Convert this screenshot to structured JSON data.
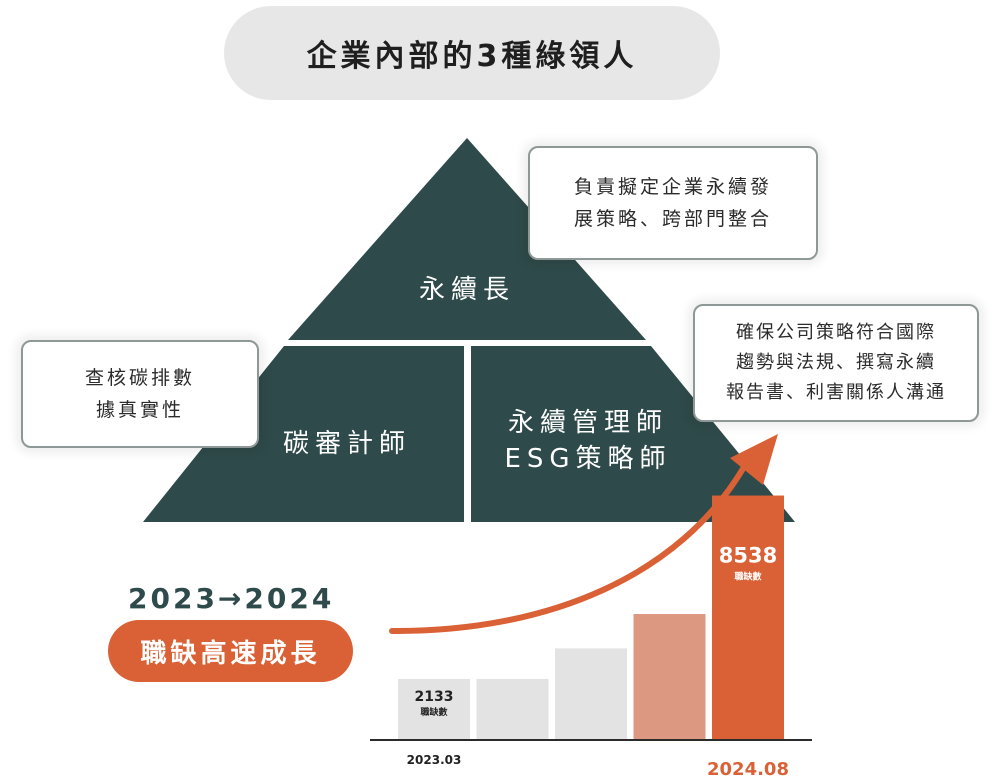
{
  "title": "企業內部的3種綠領人",
  "pyramid": {
    "top_label": "永續長",
    "left_label": "碳審計師",
    "right_label_line1": "永續管理師",
    "right_label_line2": "ESG策略師",
    "color": "#2f4a4a"
  },
  "callouts": {
    "top_right": {
      "line1": "負責擬定企業永續發",
      "line2": "展策略、跨部門整合"
    },
    "left": {
      "line1": "查核碳排數",
      "line2": "據真實性"
    },
    "right": {
      "line1": "確保公司策略符合國際",
      "line2": "趨勢與法規、撰寫永續",
      "line3": "報告書、利害關係人溝通"
    }
  },
  "growth": {
    "year_range": "2023→2024",
    "label": "職缺高速成長",
    "accent": "#d96135"
  },
  "chart_data": {
    "type": "bar",
    "categories": [
      "2023.03",
      "",
      "",
      "",
      "2024.08"
    ],
    "values": [
      2133,
      2133,
      3200,
      4400,
      8538
    ],
    "value_labels": [
      "2133",
      "",
      "",
      "",
      "8538"
    ],
    "unit_label": "職缺數",
    "bar_colors": [
      "#e3e3e3",
      "#e3e3e3",
      "#e3e3e3",
      "#dd9882",
      "#d96135"
    ],
    "ylim": [
      0,
      9500
    ]
  }
}
